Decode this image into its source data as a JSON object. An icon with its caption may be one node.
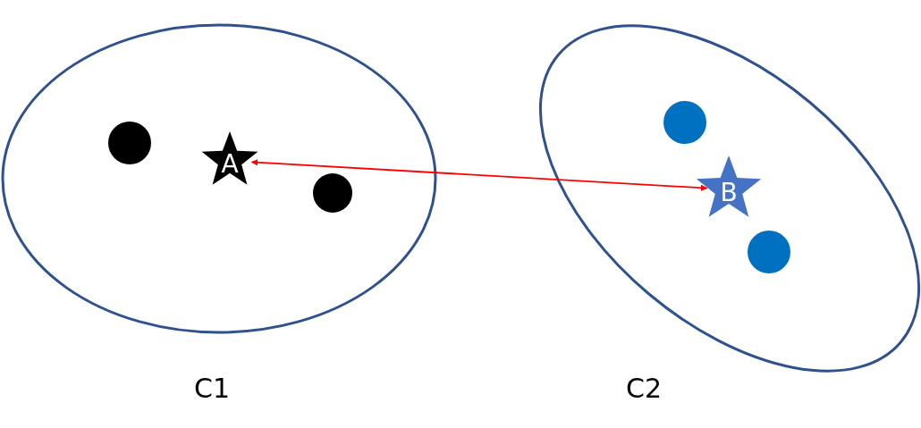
{
  "diagram": {
    "nodes": [
      {
        "text": [
          "C1"
        ]
      },
      {
        "text": [],
        "shape": "circle",
        "in": 0
      },
      {
        "text": [
          "A"
        ],
        "in": 0
      },
      {
        "text": [],
        "shape": "circle",
        "in": 0
      },
      {
        "text": [
          "C2"
        ]
      },
      {
        "text": [],
        "shape": "circle",
        "in": 4
      },
      {
        "text": [
          "B"
        ],
        "in": 4
      },
      {
        "text": [],
        "shape": "circle",
        "in": 4
      }
    ],
    "edges": [
      {
        "from": 2,
        "to": 6,
        "arrow": "both",
        "color": "#ff0000"
      }
    ]
  }
}
